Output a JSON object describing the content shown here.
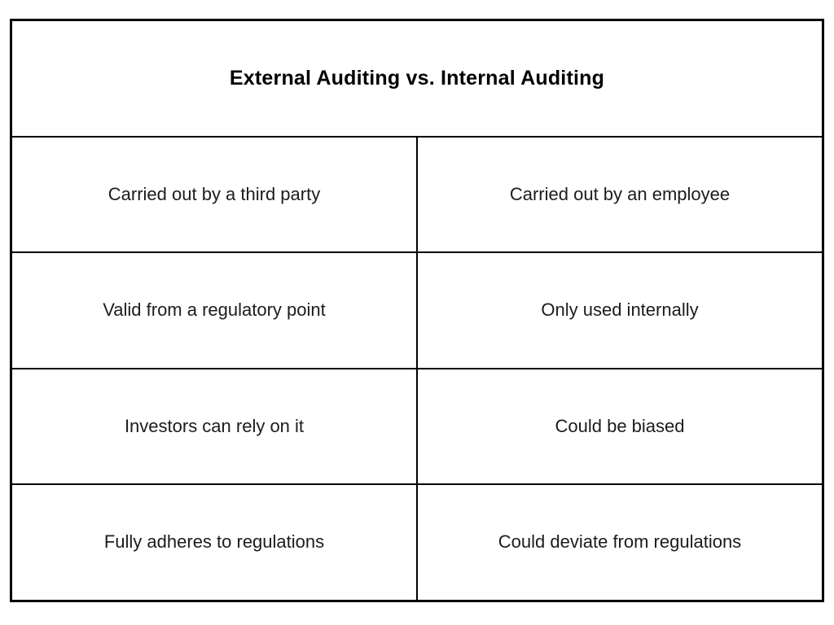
{
  "title": "External Auditing vs. Internal Auditing",
  "colors": {
    "border": "#000000",
    "text": "#1c1c1c",
    "title_text": "#000000",
    "background": "#ffffff"
  },
  "table": {
    "rows": [
      {
        "external": "Carried out by a third party",
        "internal": "Carried out by an employee"
      },
      {
        "external": "Valid from a regulatory point",
        "internal": "Only used internally"
      },
      {
        "external": "Investors can rely on it",
        "internal": "Could be biased"
      },
      {
        "external": "Fully adheres to regulations",
        "internal": "Could deviate from regulations"
      }
    ]
  },
  "chart_data": {
    "type": "table",
    "title": "External Auditing vs. Internal Auditing",
    "rows": [
      [
        "Carried out by a third party",
        "Carried out by an employee"
      ],
      [
        "Valid from a regulatory point",
        "Only used internally"
      ],
      [
        "Investors can rely on it",
        "Could be biased"
      ],
      [
        "Fully adheres to regulations",
        "Could deviate from regulations"
      ]
    ],
    "layout": {
      "columns_count": 2,
      "title_row_spans_full_width": true,
      "grid": "on",
      "border_color": "#000000",
      "background": "#ffffff"
    }
  }
}
